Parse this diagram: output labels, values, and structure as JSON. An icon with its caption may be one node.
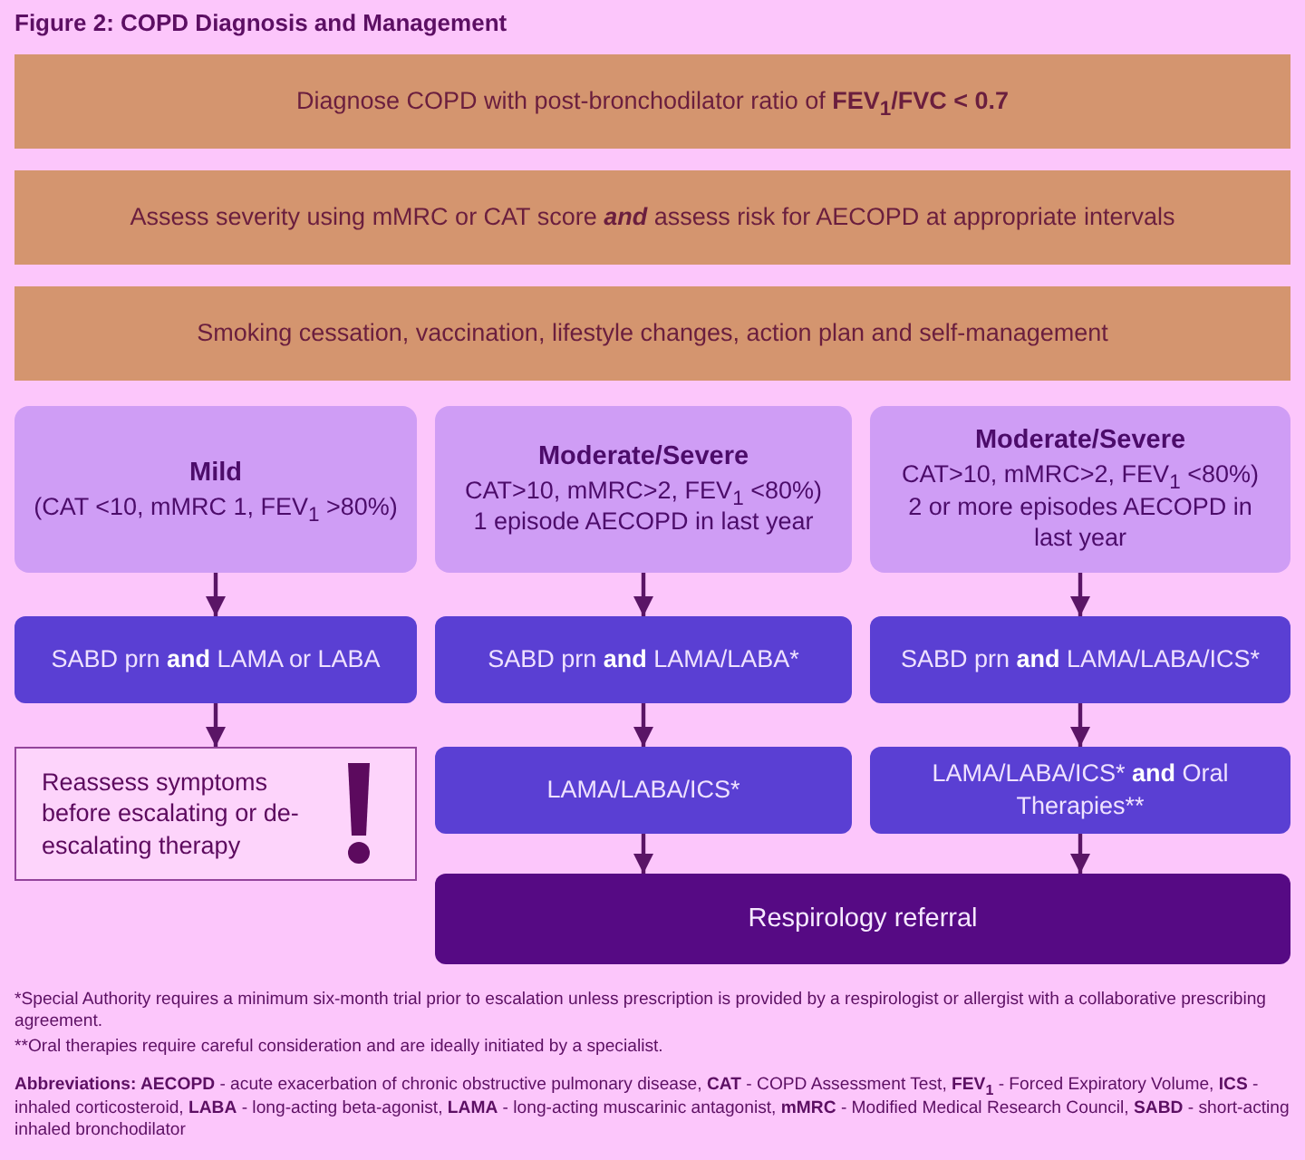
{
  "diagram": {
    "title": "Figure 2: COPD Diagnosis and Management",
    "nodes": [
      {
        "text": [
          "Diagnose COPD with post-bronchodilator ratio of **FEV$_{1}$/FVC < 0.7**"
        ]
      },
      {
        "text": [
          "Assess severity using mMRC or CAT score *and* assess risk for AECOPD at appropriate intervals"
        ]
      },
      {
        "text": [
          "Smoking cessation, vaccination, lifestyle changes, action plan and self-management"
        ]
      },
      {
        "text": [
          "Mild",
          "(CAT <10, mMRC 1, FEV$_{1}$ >80%)"
        ]
      },
      {
        "text": [
          "Moderate/Severe",
          "CAT>10, mMRC>2, FEV$_{1}$ <80%)",
          "1 episode AECOPD in last year"
        ]
      },
      {
        "text": [
          "Moderate/Severe",
          "CAT>10, mMRC>2, FEV$_{1}$ <80%)",
          "2 or more episodes AECOPD in last year"
        ]
      },
      {
        "text": [
          "SABD prn **and** LAMA or LABA"
        ]
      },
      {
        "text": [
          "SABD prn **and** LAMA/LABA*"
        ]
      },
      {
        "text": [
          "SABD prn **and** LAMA/LABA/ICS*"
        ]
      },
      {
        "text": [
          "Reassess symptoms before escalating or de-escalating therapy"
        ]
      },
      {
        "text": [
          "LAMA/LABA/ICS*"
        ]
      },
      {
        "text": [
          "LAMA/LABA/ICS* **and** Oral Therapies**"
        ]
      },
      {
        "text": [
          "Respirology referral"
        ]
      }
    ],
    "edges": [
      {
        "from": 3,
        "to": 6,
        "arrow": "to"
      },
      {
        "from": 6,
        "to": 9,
        "arrow": "to"
      },
      {
        "from": 4,
        "to": 7,
        "arrow": "to"
      },
      {
        "from": 7,
        "to": 10,
        "arrow": "to"
      },
      {
        "from": 10,
        "to": 12,
        "arrow": "to"
      },
      {
        "from": 5,
        "to": 8,
        "arrow": "to"
      },
      {
        "from": 8,
        "to": 11,
        "arrow": "to"
      },
      {
        "from": 11,
        "to": 12,
        "arrow": "to"
      }
    ],
    "labels": [
      "*Special Authority requires a minimum six-month trial prior to escalation unless prescription is provided by a respirologist or allergist with a collaborative prescribing agreement.",
      "**Oral therapies require careful consideration and are ideally initiated by a specialist.",
      "**Abbreviations: AECOPD** - acute exacerbation of chronic obstructive pulmonary disease, **CAT** - COPD Assessment Test, **FEV$_{1}$** - Forced Expiratory Volume, **ICS** - inhaled corticosteroid, **LABA** - long-acting beta-agonist, **LAMA** - long-acting muscarinic antagonist, **mMRC** - Modified Medical Research Council, **SABD** - short-acting inhaled bronchodilator"
    ]
  }
}
